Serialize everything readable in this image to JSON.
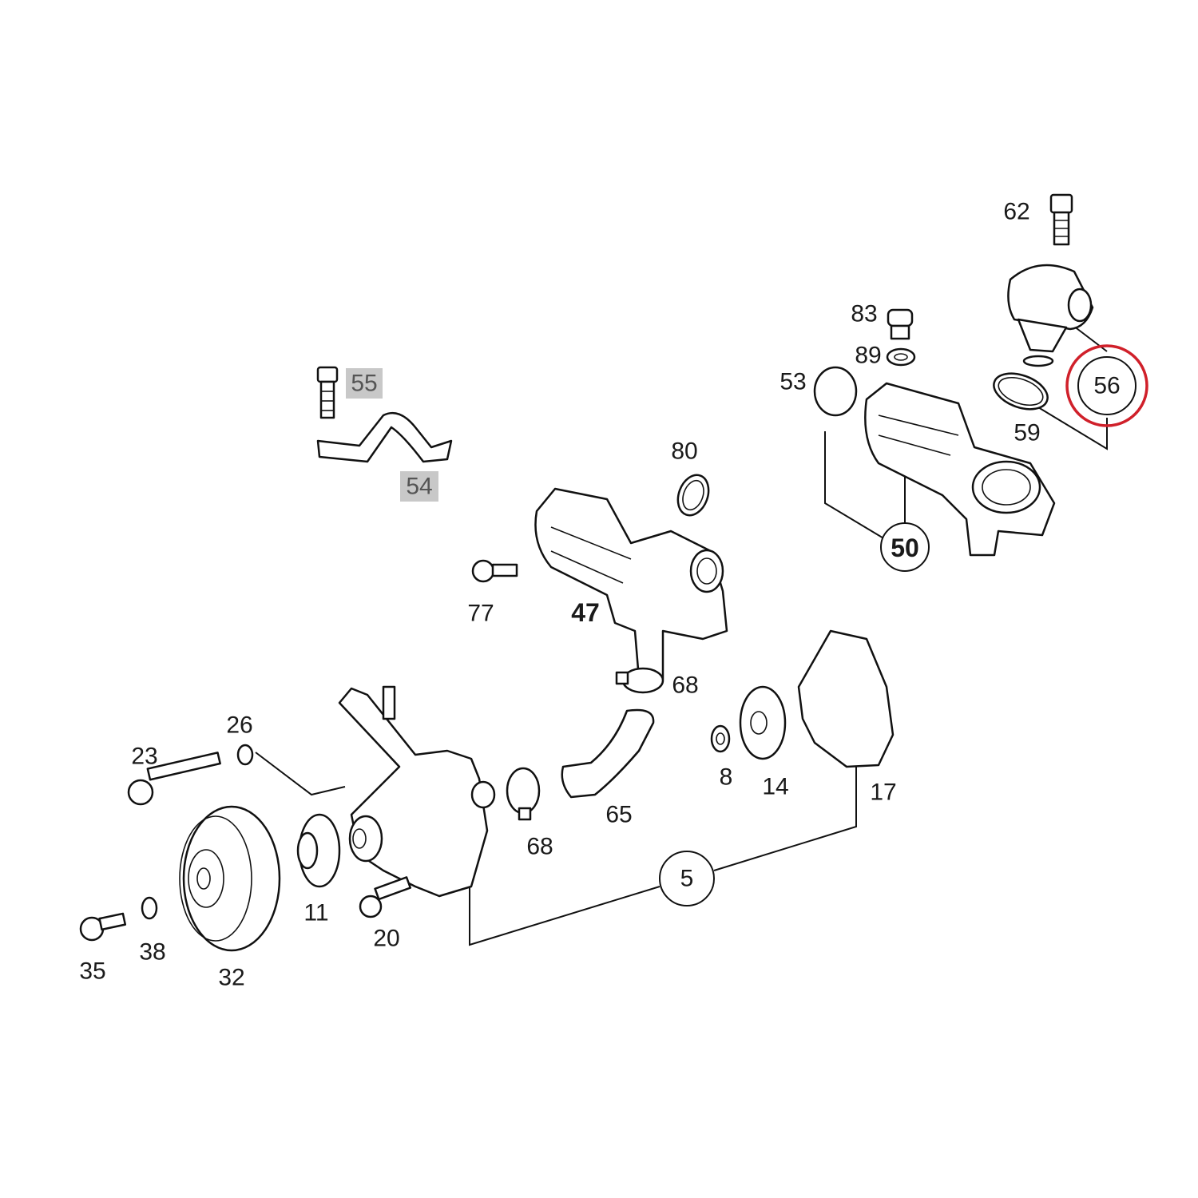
{
  "diagram": {
    "highlight_color": "#d0202a",
    "tag_bg_color": "#c8c8c8",
    "labels": {
      "p62": "62",
      "p83": "83",
      "p89": "89",
      "p53": "53",
      "p56": "56",
      "p59": "59",
      "p55": "55",
      "p54": "54",
      "p80": "80",
      "p50": "50",
      "p77": "77",
      "p47": "47",
      "p68a": "68",
      "p26": "26",
      "p23": "23",
      "p8": "8",
      "p14": "14",
      "p17": "17",
      "p65": "65",
      "p68b": "68",
      "p11": "11",
      "p20": "20",
      "p5": "5",
      "p35": "35",
      "p38": "38",
      "p32": "32"
    }
  }
}
